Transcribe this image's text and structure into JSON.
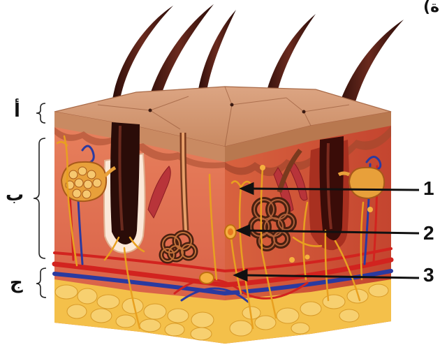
{
  "corner_fragment": "(ة",
  "layers": {
    "epidermis_label": "أ",
    "dermis_label": "ب",
    "hypodermis_label": "ج"
  },
  "pointers": [
    {
      "number": "1"
    },
    {
      "number": "2"
    },
    {
      "number": "3"
    }
  ],
  "colors": {
    "epidermis": "#c98a62",
    "dermis": "#e46a4e",
    "dermis_dark": "#c94a35",
    "fat": "#f4c04a",
    "hair": "#4a1a14",
    "artery": "#d2231f",
    "vein": "#2a3aa0",
    "nerve": "#e8a020"
  }
}
